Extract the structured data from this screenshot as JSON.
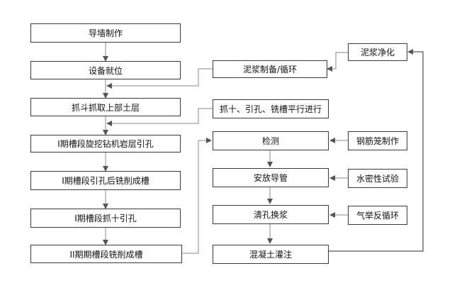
{
  "left_column": [
    {
      "id": "guide-wall",
      "label": "导墙制作"
    },
    {
      "id": "equipment-in-place",
      "label": "设备就位"
    },
    {
      "id": "grab-upper-soil",
      "label": "抓斗抓取上部土层"
    },
    {
      "id": "phase1-drill-rock",
      "label": "I期槽段旋挖钻机岩层引孔"
    },
    {
      "id": "phase1-mill",
      "label": "I期槽段引孔后铣削成槽"
    },
    {
      "id": "phase1-grab",
      "label": "I期槽段抓十引孔"
    },
    {
      "id": "phase2-mill",
      "label": "II期期槽段铣削成槽"
    }
  ],
  "right_column": [
    {
      "id": "inspection",
      "label": "检测"
    },
    {
      "id": "install-conduit",
      "label": "安放导管"
    },
    {
      "id": "clean-hole",
      "label": "清孔换浆"
    },
    {
      "id": "pour-concrete",
      "label": "混凝土灌注"
    }
  ],
  "side_boxes": [
    {
      "id": "slurry-purify",
      "label": "泥浆净化"
    },
    {
      "id": "slurry-prep",
      "label": "泥浆制备/循环"
    },
    {
      "id": "parallel-work",
      "label": "抓十、引孔、铣槽平行进行"
    },
    {
      "id": "rebar-cage",
      "label": "钢筋笼制作"
    },
    {
      "id": "water-tight-test",
      "label": "水密性试验"
    },
    {
      "id": "airlift-reverse",
      "label": "气举反循环"
    }
  ]
}
